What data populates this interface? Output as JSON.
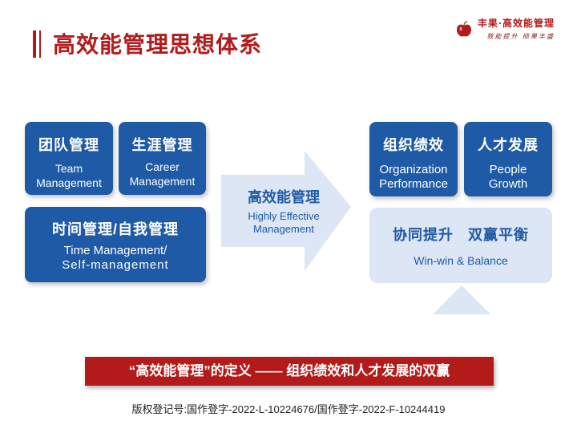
{
  "header": {
    "title": "高效能管理思想体系",
    "brand_name": "丰果·高效能管理",
    "brand_slogan": "致能提升  硕果丰盛"
  },
  "left_boxes": [
    {
      "zh": "团队管理",
      "en_lines": [
        "Team",
        "Management"
      ]
    },
    {
      "zh": "生涯管理",
      "en_lines": [
        "Career",
        "Management"
      ]
    },
    {
      "zh": "时间管理/自我管理",
      "en_lines": [
        "Time Management/",
        "Self-management"
      ]
    }
  ],
  "center_arrow": {
    "zh": "高效能管理",
    "en_lines": [
      "Highly Effective",
      "Management"
    ]
  },
  "right_boxes": [
    {
      "zh": "组织绩效",
      "en_lines": [
        "Organization",
        "Performance"
      ]
    },
    {
      "zh": "人才发展",
      "en_lines": [
        "People",
        "Growth"
      ]
    }
  ],
  "result_box": {
    "zh": "协同提升   双赢平衡",
    "en": "Win-win & Balance"
  },
  "banner": {
    "text": "“高效能管理”的定义 —— 组织绩效和人才发展的双赢"
  },
  "footer": {
    "copyright": "版权登记号:国作登字-2022-L-10224676/国作登字-2022-F-10244419"
  },
  "colors": {
    "brand_red": "#b31b1b",
    "box_blue": "#1f5aa6",
    "light_blue": "#dce6f4"
  }
}
